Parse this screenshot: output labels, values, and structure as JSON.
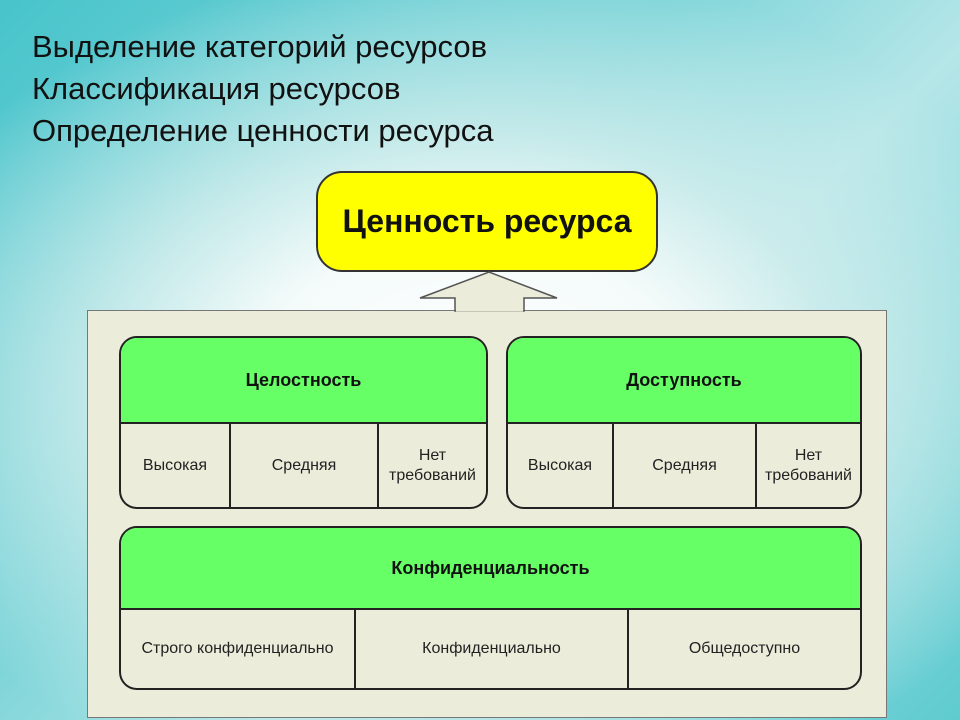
{
  "title_lines": [
    "Выделение категорий ресурсов",
    "Классификация ресурсов",
    "Определение ценности ресурса"
  ],
  "value_box": "Ценность ресурса",
  "categories": {
    "integrity": {
      "title": "Целостность",
      "levels": [
        "Высокая",
        "Средняя",
        "Нет\nтребований"
      ]
    },
    "availability": {
      "title": "Доступность",
      "levels": [
        "Высокая",
        "Средняя",
        "Нет\nтребований"
      ]
    },
    "confidentiality": {
      "title": "Конфиденциальность",
      "levels": [
        "Строго конфиденциально",
        "Конфиденциально",
        "Общедоступно"
      ]
    }
  },
  "colors": {
    "value_box": "#ffff00",
    "category_header": "#66ff66",
    "frame": "#ececdb"
  }
}
